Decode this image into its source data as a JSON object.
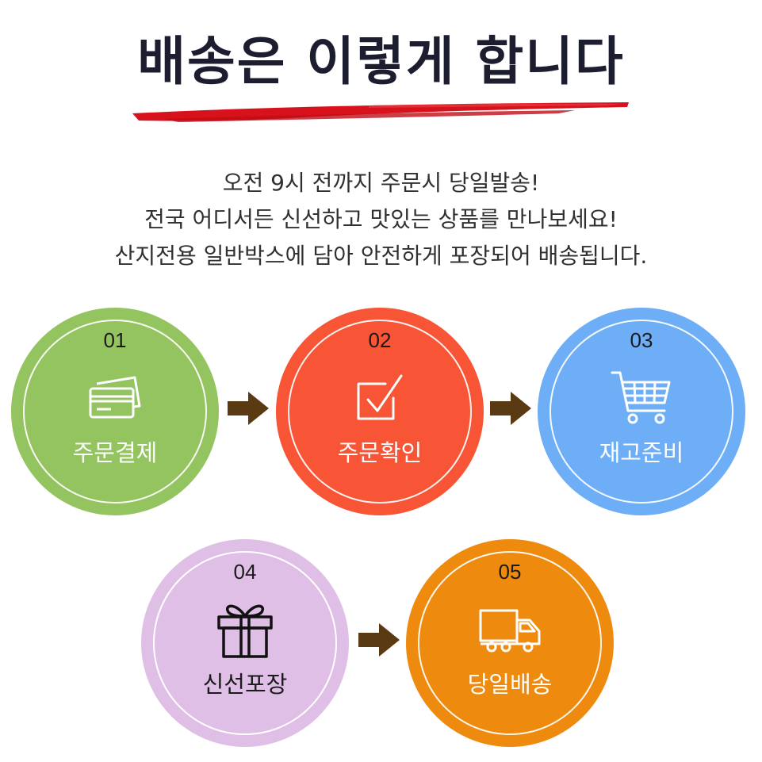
{
  "title": "배송은 이렇게 합니다",
  "description": [
    "오전 9시 전까지 주문시 당일발송!",
    "전국 어디서든 신선하고 맛있는 상품를 만나보세요!",
    "산지전용 일반박스에 담아 안전하게 포장되어 배송됩니다."
  ],
  "steps": [
    {
      "number": "01",
      "label": "주문결제",
      "icon": "credit-card-icon",
      "color": "#93c460"
    },
    {
      "number": "02",
      "label": "주문확인",
      "icon": "checkbox-icon",
      "color": "#f75536"
    },
    {
      "number": "03",
      "label": "재고준비",
      "icon": "shopping-cart-icon",
      "color": "#6eaef7"
    },
    {
      "number": "04",
      "label": "신선포장",
      "icon": "gift-box-icon",
      "color": "#e0bfe6"
    },
    {
      "number": "05",
      "label": "당일배송",
      "icon": "delivery-truck-icon",
      "color": "#ee8a0d"
    }
  ],
  "colors": {
    "title": "#1d1d30",
    "brush": "#d8121c",
    "arrow": "#5a3a12",
    "text": "#303030"
  }
}
